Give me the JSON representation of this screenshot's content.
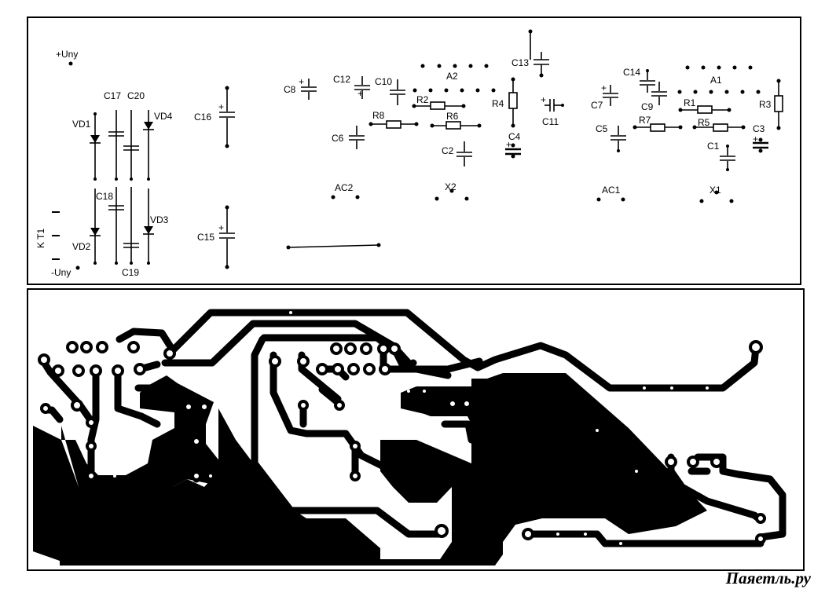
{
  "labels": {
    "uny_pos": "+Uny",
    "uny_neg": "-Uny",
    "kt1": "K T1",
    "vd1": "VD1",
    "vd2": "VD2",
    "vd3": "VD3",
    "vd4": "VD4",
    "c17": "C17",
    "c20": "C20",
    "c18": "C18",
    "c19": "C19",
    "c16": "C16",
    "c15": "C15",
    "c8": "C8",
    "c12": "C12",
    "c10": "C10",
    "c6": "C6",
    "a2": "A2",
    "r2": "R2",
    "r8": "R8",
    "r6": "R6",
    "c13": "C13",
    "r4": "R4",
    "c11": "C11",
    "c4": "C4",
    "c2": "C2",
    "c14": "C14",
    "c7": "C7",
    "c9": "C9",
    "a1": "A1",
    "r1": "R1",
    "r3": "R3",
    "r7": "R7",
    "r5": "R5",
    "c5": "C5",
    "c3": "C3",
    "c1": "C1",
    "ac2": "AC2",
    "x2": "X2",
    "ac1": "AC1",
    "x1": "X1"
  },
  "watermark": "Паяетль.ру",
  "colors": {
    "ink": "#000000",
    "paper": "#ffffff"
  }
}
